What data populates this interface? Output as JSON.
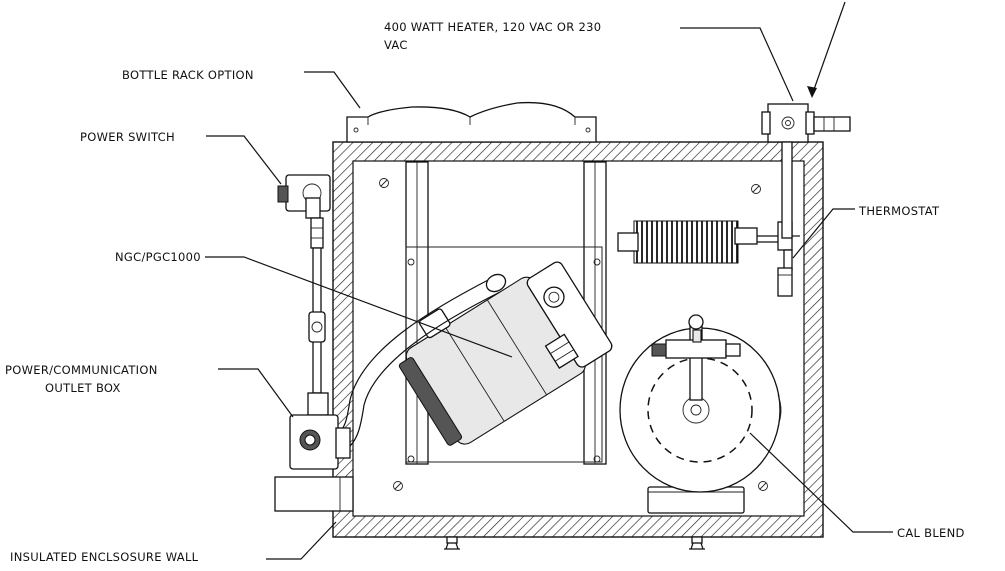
{
  "labels": {
    "heater_line1": "400 WATT HEATER, 120 VAC OR 230",
    "heater_line2": "VAC",
    "bottle_rack": "BOTTLE RACK OPTION",
    "power_switch": "POWER SWITCH",
    "thermostat": "THERMOSTAT",
    "ngc": "NGC/PGC1000",
    "outlet_line1": "POWER/COMMUNICATION",
    "outlet_line2": "OUTLET BOX",
    "cal_blend": "CAL BLEND",
    "wall": "INSULATED ENCLSOSURE WALL"
  }
}
